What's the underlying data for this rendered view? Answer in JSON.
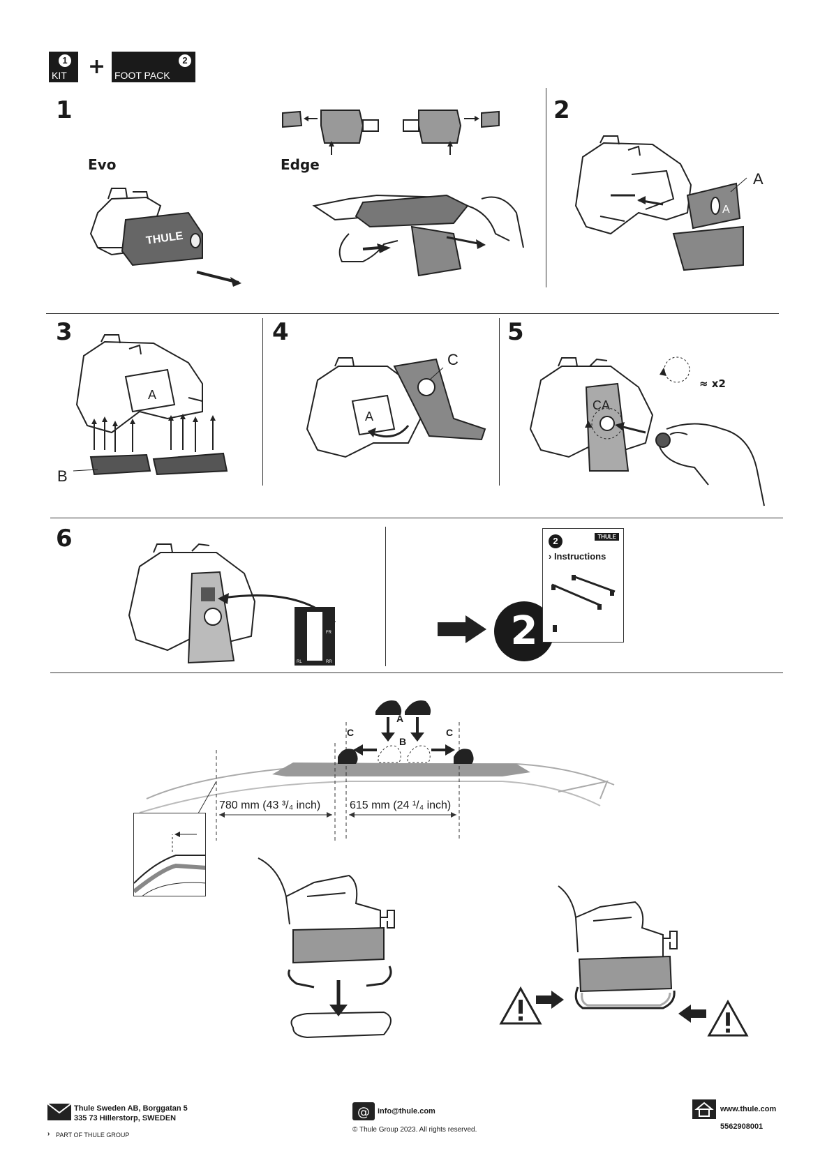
{
  "header": {
    "kit_label": "KIT",
    "kit_number": "1",
    "plus": "+",
    "foot_pack_label": "FOOT PACK",
    "foot_pack_number": "2"
  },
  "steps": {
    "s1": "1",
    "s2": "2",
    "s3": "3",
    "s4": "4",
    "s5": "5",
    "s6": "6"
  },
  "step1": {
    "evo_label": "Evo",
    "edge_label": "Edge",
    "logo_text": "THULE"
  },
  "step2": {
    "callout": "A",
    "part_letter": "A"
  },
  "step3": {
    "callout": "B",
    "part_letter": "A"
  },
  "step4": {
    "callout": "C",
    "part_letter": "A"
  },
  "step5": {
    "part_letter": "CA",
    "repeat": "≈ x2"
  },
  "step6": {
    "pos_fr": "FR",
    "pos_rl": "RL",
    "pos_rr": "RR"
  },
  "next": {
    "big_number": "2",
    "card_number": "2",
    "card_badge": "THULE",
    "card_title": "› Instructions"
  },
  "placement": {
    "label_a": "A",
    "label_b": "B",
    "label_c_left": "C",
    "label_c_right": "C",
    "dim_front": "780 mm (43 ³/₄ inch)",
    "dim_rear": "615 mm (24 ¹/₄ inch)"
  },
  "footer": {
    "address_line1": "Thule Sweden AB, Borggatan 5",
    "address_line2": "335 73 Hillerstorp, SWEDEN",
    "group": "PART OF THULE GROUP",
    "email": "info@thule.com",
    "copyright": "© Thule Group 2023. All rights reserved.",
    "website": "www.thule.com",
    "part_number": "5562908001"
  },
  "icons": [
    "envelope-icon",
    "at-sign-icon",
    "house-icon",
    "warning-icon",
    "arrow-icon",
    "chevron-icon"
  ]
}
